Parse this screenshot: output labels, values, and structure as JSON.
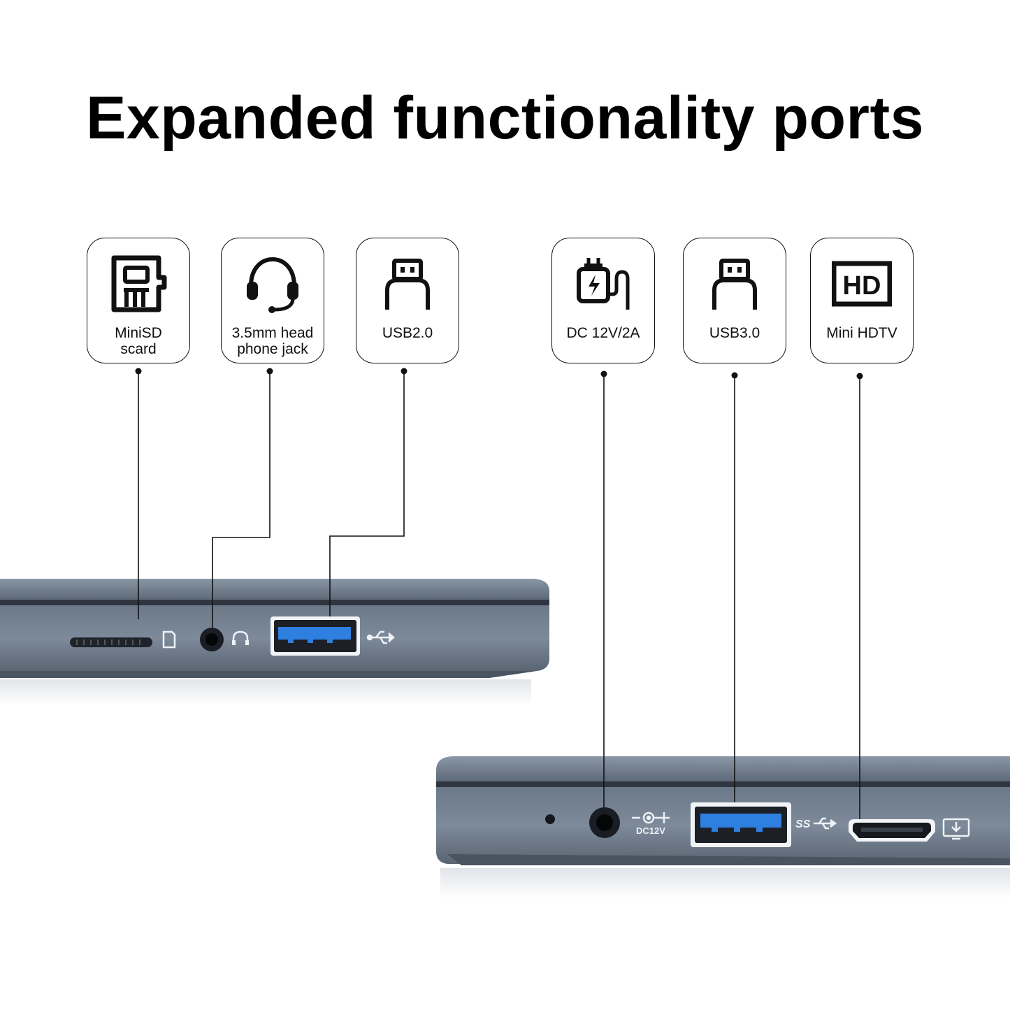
{
  "title": "Expanded functionality ports",
  "ports": [
    {
      "icon": "sd-card-icon",
      "label_lines": [
        "MiniSD",
        "scard"
      ]
    },
    {
      "icon": "headset-icon",
      "label_lines": [
        "3.5mm head",
        "phone jack"
      ]
    },
    {
      "icon": "usb-connector-icon",
      "label_lines": [
        "USB2.0"
      ]
    },
    {
      "icon": "charger-plug-icon",
      "label_lines": [
        "DC 12V/2A"
      ]
    },
    {
      "icon": "usb-connector-icon",
      "label_lines": [
        "USB3.0"
      ]
    },
    {
      "icon": "hd-icon",
      "label_lines": [
        "Mini HDTV"
      ]
    }
  ],
  "hd_icon_text": "HD",
  "dc_port_marking": "DC12V",
  "usb3_marking": "SS",
  "colors": {
    "laptop_body": "#6f7c8c",
    "laptop_dark": "#3b4450",
    "usb_blue": "#2f7fe0",
    "line": "#111111"
  }
}
